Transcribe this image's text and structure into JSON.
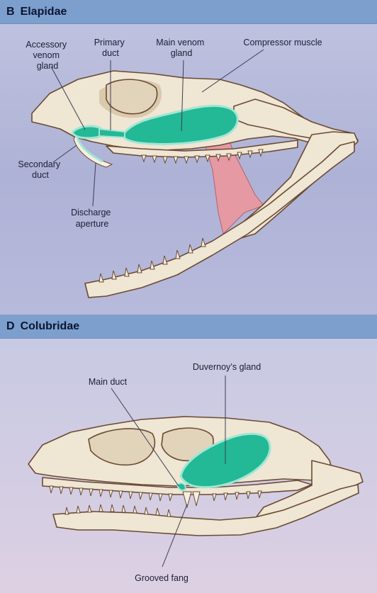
{
  "panels": [
    {
      "letter": "B",
      "title": "Elapidae",
      "labels": {
        "accessory_1": "Accessory",
        "accessory_2": "venom",
        "accessory_3": "gland",
        "primary_1": "Primary",
        "primary_2": "duct",
        "main_1": "Main venom",
        "main_2": "gland",
        "compressor": "Compressor muscle",
        "secondary_1": "Secondary",
        "secondary_2": "duct",
        "discharge_1": "Discharge",
        "discharge_2": "aperture"
      }
    },
    {
      "letter": "D",
      "title": "Colubridae",
      "labels": {
        "duvernoy": "Duvernoy’s gland",
        "main_duct": "Main duct",
        "grooved_fang": "Grooved fang"
      }
    }
  ],
  "colors": {
    "header": "#7d9fce",
    "bone": "#efe6d3",
    "bone_outline": "#6a4a33",
    "gland": "#23b896",
    "muscle": "#e59aa3"
  }
}
